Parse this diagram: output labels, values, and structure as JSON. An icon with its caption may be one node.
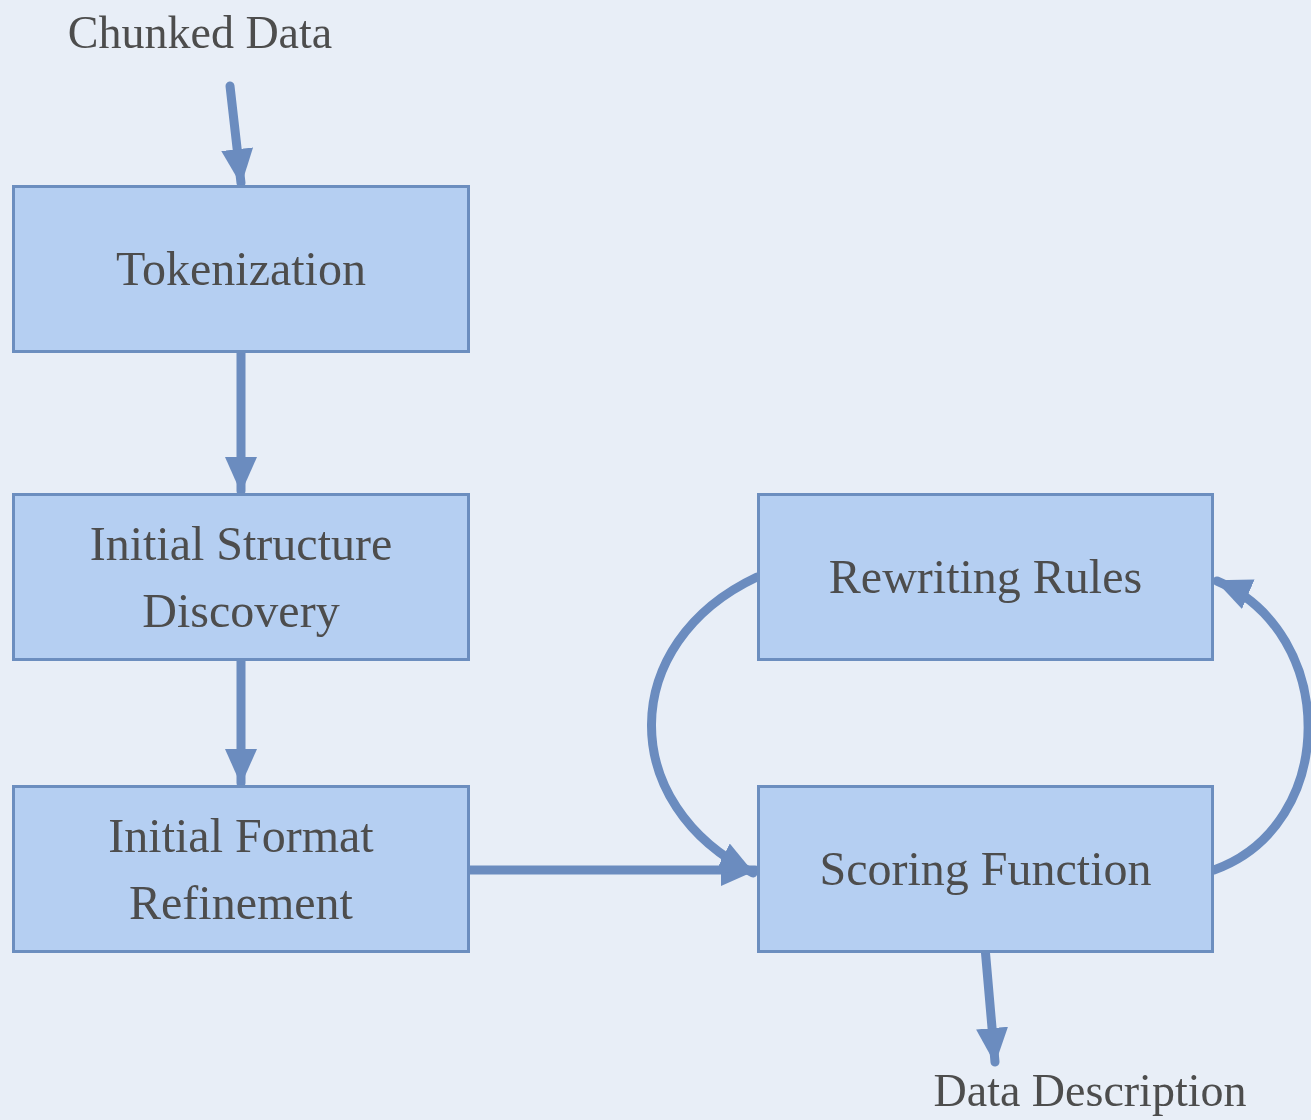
{
  "diagram": {
    "nodes": [
      {
        "text": [
          "Chunked Data"
        ]
      },
      {
        "text": [
          "Tokenization"
        ]
      },
      {
        "text": [
          "Initial Structure Discovery"
        ]
      },
      {
        "text": [
          "Initial Format Refinement"
        ]
      },
      {
        "text": [
          "Rewriting Rules"
        ]
      },
      {
        "text": [
          "Scoring Function"
        ]
      },
      {
        "text": [
          "Data Description"
        ]
      }
    ],
    "edges": [
      {
        "from": 0,
        "to": 1,
        "arrow": "to"
      },
      {
        "from": 1,
        "to": 2,
        "arrow": "to"
      },
      {
        "from": 2,
        "to": 3,
        "arrow": "to"
      },
      {
        "from": 3,
        "to": 5,
        "arrow": "to"
      },
      {
        "from": 4,
        "to": 5,
        "arrow": "to"
      },
      {
        "from": 5,
        "to": 4,
        "arrow": "to"
      },
      {
        "from": 5,
        "to": 6,
        "arrow": "to"
      }
    ]
  }
}
